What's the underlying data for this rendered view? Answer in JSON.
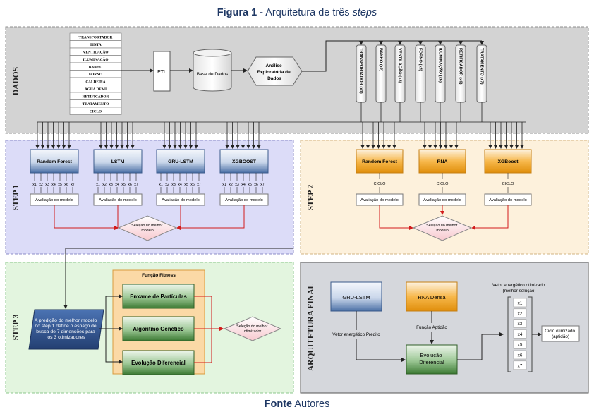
{
  "title": {
    "bold": "Figura 1 -",
    "text": "Arquitetura de três",
    "italic": "steps"
  },
  "footer": {
    "bold": "Fonte",
    "text": "Autores"
  },
  "dados": {
    "label": "DADOS",
    "variables": [
      "TRANSPORTADOR",
      "TINTA",
      "VENTILAÇÃO",
      "ILUMINAÇÃO",
      "BANHO",
      "FORNO",
      "CALDEIRA",
      "ÁGUA DEMI",
      "RETIFICADOR",
      "TRATAMENTO",
      "CICLO"
    ],
    "etl": "ETL",
    "database": "Base de Dados",
    "analysis": [
      "Análise",
      "Exploratória de",
      "Dados"
    ],
    "selected": [
      "TRANSPORTADOR (x1)",
      "BANHO (x2)",
      "VENTILAÇÃO (x3)",
      "FORNO (x4)",
      "ILUMINAÇÃO (x5)",
      "RETIFICADOR (x6)",
      "TRATAMENTO (x7)"
    ]
  },
  "step1": {
    "label": "STEP 1",
    "models": [
      "Random Forest",
      "LSTM",
      "GRU-LSTM",
      "XGBOOST"
    ],
    "inputs": [
      "x1",
      "x2",
      "x3",
      "x4",
      "x5",
      "x6",
      "x7"
    ],
    "evaluation": "Avaliação do modelo",
    "selection": [
      "Seleção do melhor",
      "modelo"
    ]
  },
  "step2": {
    "label": "STEP 2",
    "models": [
      "Random Forest",
      "RNA",
      "XGBoost"
    ],
    "output": "CICLO",
    "evaluation": "Avaliação do modelo",
    "selection": [
      "Seleção do melhor",
      "modelo"
    ]
  },
  "step3": {
    "label": "STEP 3",
    "note": [
      "A predição do melhor modelo",
      "no step 1 define o espaço de",
      "busca de 7 dimensões para",
      "os 3 otimizadores"
    ],
    "fitness": "Função Fitness",
    "optimizers": [
      "Enxame de Partículas",
      "Algoritmo Genético",
      "Evolução Diferencial"
    ],
    "selection": [
      "Seleção do melhor",
      "otimizador"
    ]
  },
  "final": {
    "label": "ARQUITETURA FINAL",
    "gru": "GRU-LSTM",
    "rna": "RNA Densa",
    "predicted": "Vetor energético Predito",
    "fitness": "Função Aptidão",
    "evo": [
      "Evolução",
      "Diferencial"
    ],
    "vector_title": [
      "Vetor energético otimizado",
      "(melhor solução)"
    ],
    "vector": [
      "x1",
      "x2",
      "x3",
      "x4",
      "x5",
      "x6",
      "x7"
    ],
    "cycle": [
      "Ciclo otimizado",
      "(aptidão)"
    ]
  }
}
